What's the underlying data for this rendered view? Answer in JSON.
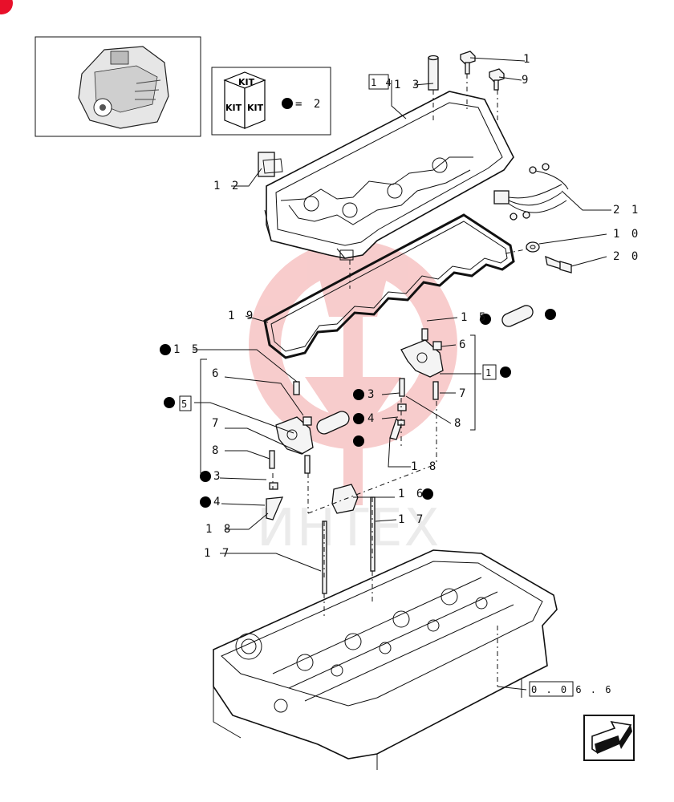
{
  "kit_box": {
    "kit_labels": [
      "KIT",
      "KIT",
      "KIT"
    ],
    "legend_equals": "= 2"
  },
  "callouts": {
    "c1": "1",
    "c9": "9",
    "c13": "1 3",
    "c14": "1 4",
    "c12": "1 2",
    "c21": "2 1",
    "c10": "1 0",
    "c20": "2 0",
    "c19": "1 9",
    "c15a": "1 5",
    "c15b": "1 5",
    "c6a": "6",
    "c6b": "6",
    "c1b": "1",
    "c7a": "7",
    "c7b": "7",
    "c8a": "8",
    "c8b": "8",
    "c3a": "3",
    "c3b": "3",
    "c4a": "4",
    "c4b": "4",
    "c5": "5",
    "c18a": "1 8",
    "c18b": "1 8",
    "c16": "1 6",
    "c17a": "1 7",
    "c17b": "1 7",
    "ref": "0 . 0 6 . 6"
  },
  "watermark": "ИНТЕХ",
  "colors": {
    "accent": "#e8102a",
    "watermark_red": "#f2a3a3"
  },
  "icons": {
    "corner": "red-corner-badge",
    "engine": "engine-thumbnail",
    "nav": "next-page-arrow-icon"
  }
}
